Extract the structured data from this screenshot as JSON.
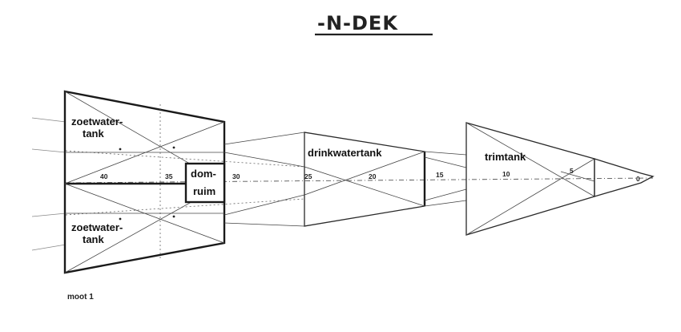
{
  "title": "-N-DEK",
  "compartments": {
    "zoetwatertank_top": [
      "zoetwater-",
      "tank"
    ],
    "zoetwatertank_bottom": [
      "zoetwater-",
      "tank"
    ],
    "domruim": [
      "dom-",
      "ruim"
    ],
    "drinkwatertank": "drinkwatertank",
    "trimtank": "trimtank"
  },
  "frame_numbers": [
    "40",
    "35",
    "30",
    "25",
    "20",
    "15",
    "10",
    "5",
    "0"
  ],
  "note": "moot 1"
}
